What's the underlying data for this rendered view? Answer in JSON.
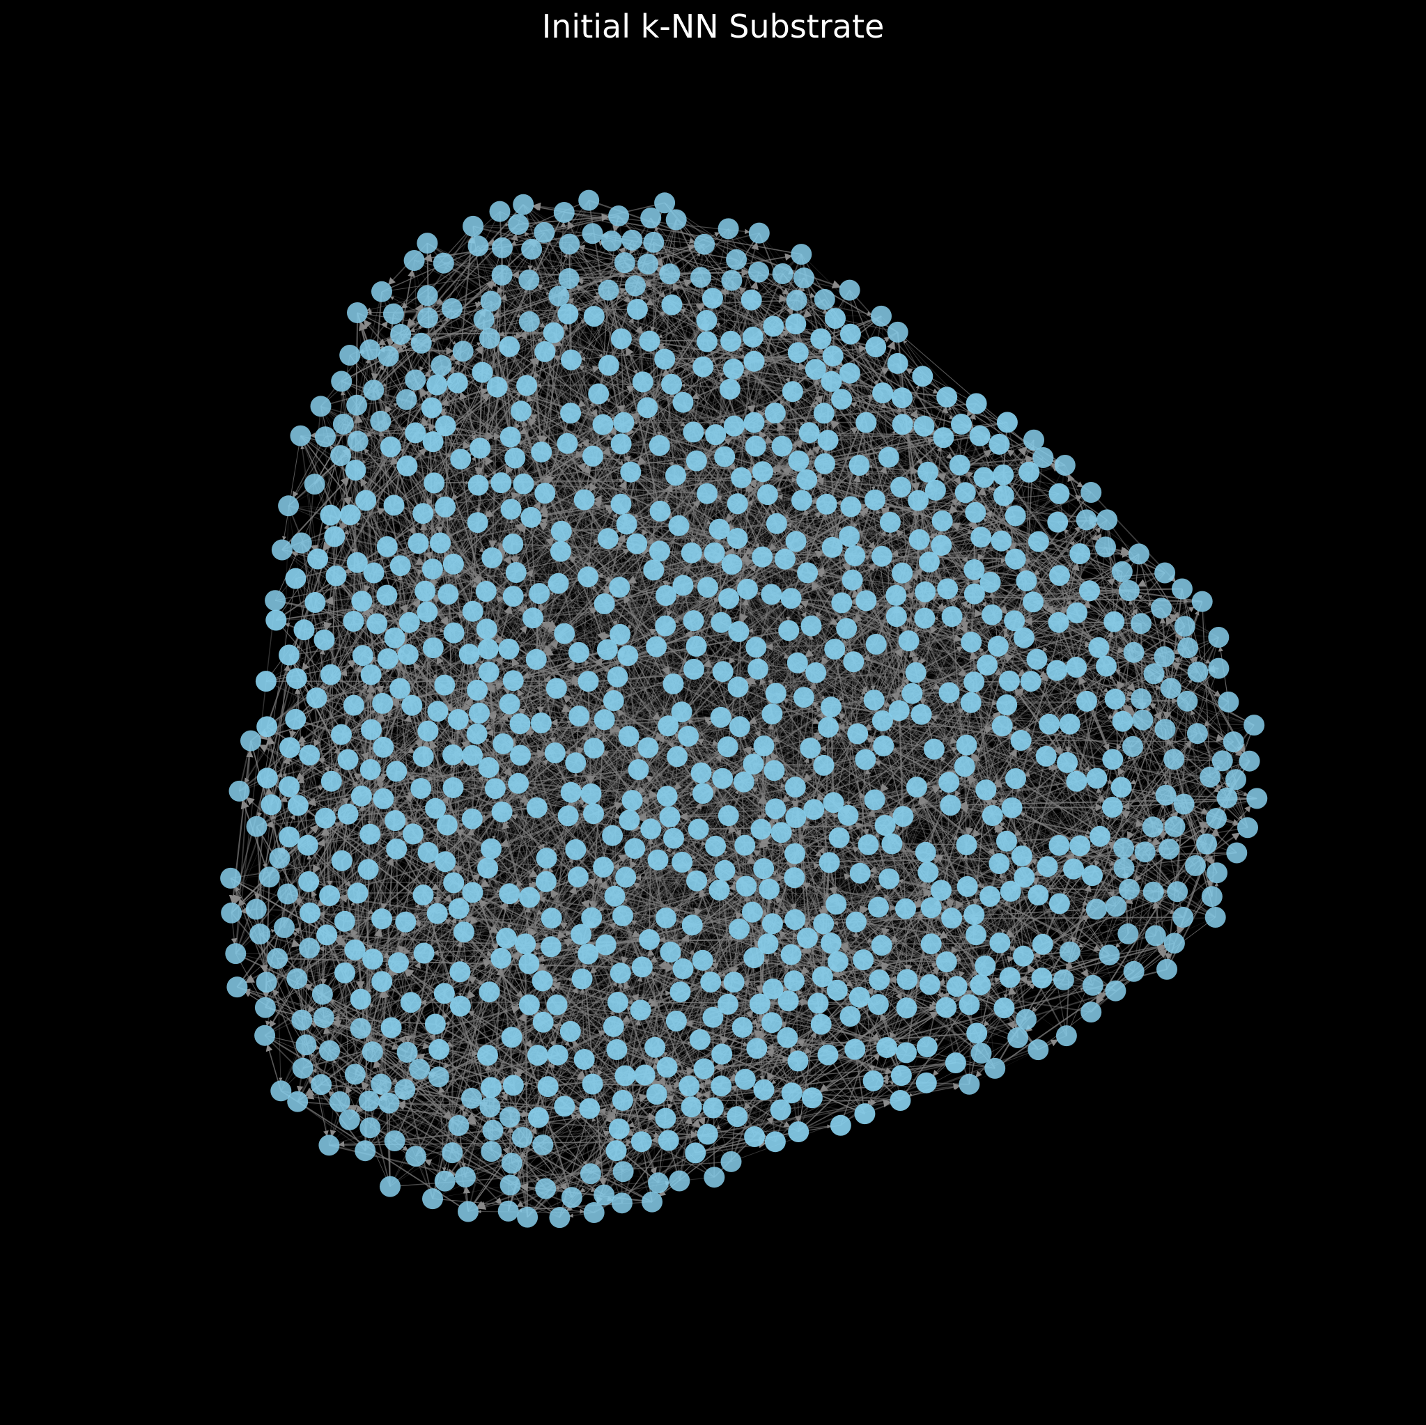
{
  "title": "Initial k-NN Substrate",
  "colors": {
    "background": "#000000",
    "node": "#87CEEB",
    "edge": "#808080",
    "title": "#ffffff"
  },
  "graph": {
    "type": "directed network",
    "node_style": "circle",
    "edge_style": "arrow",
    "layout": "force-directed cloud, dense center, sparse rim"
  }
}
